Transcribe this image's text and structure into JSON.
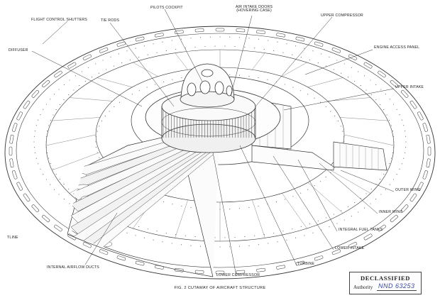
{
  "labels": {
    "flight_control_shutters": "FLIGHT CONTROL SHUTTERS",
    "tie_rods": "TIE RODS",
    "pilots_cockpit": "PILOTS COCKPIT",
    "air_intake_doors_1": "AIR INTAKE DOORS",
    "air_intake_doors_2": "(HOVERING CASE)",
    "upper_compressor": "UPPER COMPRESSOR",
    "engine_access_panel": "ENGINE ACCESS PANEL",
    "upper_intake": "UPPER INTAKE",
    "diffuser": "DIFFUSER",
    "outer_wing": "OUTER WING",
    "inner_wing": "INNER WING",
    "integral_fuel_tanks": "INTEGRAL FUEL TANKS",
    "lower_intake": "LOWER INTAKE",
    "turbine": "TURBINE",
    "lower_compressor": "LOWER COMPRESSOR",
    "internal_airflow_ducts": "INTERNAL AIRFLOW DUCTS",
    "nozzle_partial": "TLINE"
  },
  "caption": "FIG. 2 CUTAWAY OF AIRCRAFT STRUCTURE",
  "stamp": {
    "title": "DECLASSIFIED",
    "authority_label": "Authority",
    "authority_number": "NND 63253"
  }
}
